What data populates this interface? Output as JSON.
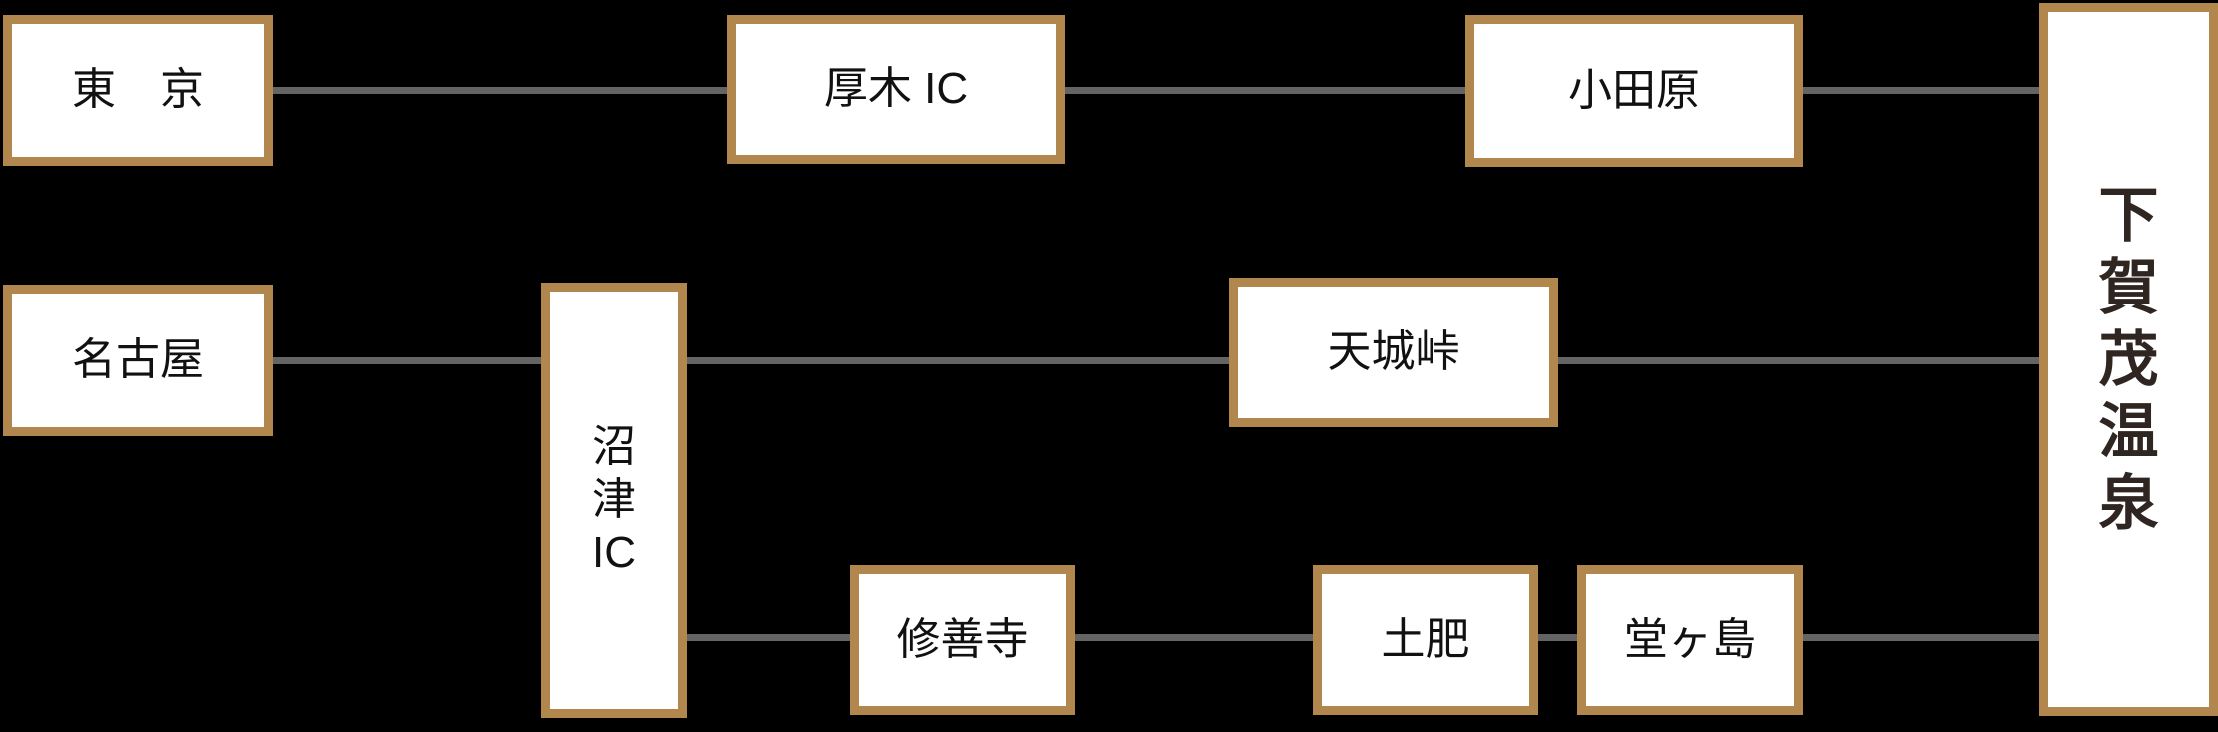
{
  "diagram": {
    "background_color": "#000000",
    "box_border_color": "#b2874d",
    "box_fill_color": "#ffffff",
    "connector_color": "#646464",
    "node_text_color": "#111111",
    "destination_text_color": "#2f2622",
    "nodes": {
      "tokyo": {
        "name": "東京",
        "label": "東　京"
      },
      "atsugi_ic": {
        "name": "厚木IC",
        "label": "厚木 IC"
      },
      "odawara": {
        "name": "小田原",
        "label": "小田原"
      },
      "nagoya": {
        "name": "名古屋",
        "label": "名古屋"
      },
      "numazu_ic": {
        "name": "沼津IC",
        "label": "沼\n津\nIC"
      },
      "amagi_pass": {
        "name": "天城峠",
        "label": "天城峠"
      },
      "shuzenji": {
        "name": "修善寺",
        "label": "修善寺"
      },
      "toi": {
        "name": "土肥",
        "label": "土肥"
      },
      "dogashima": {
        "name": "堂ヶ島",
        "label": "堂ヶ島"
      },
      "shimogamo_onsen": {
        "name": "下賀茂温泉",
        "label": "下\n賀\n茂\n温\n泉"
      }
    },
    "edges": [
      {
        "from": "東京",
        "to": "厚木IC"
      },
      {
        "from": "厚木IC",
        "to": "小田原"
      },
      {
        "from": "小田原",
        "to": "下賀茂温泉"
      },
      {
        "from": "名古屋",
        "to": "沼津IC"
      },
      {
        "from": "沼津IC",
        "to": "天城峠"
      },
      {
        "from": "天城峠",
        "to": "下賀茂温泉"
      },
      {
        "from": "沼津IC",
        "to": "修善寺"
      },
      {
        "from": "修善寺",
        "to": "土肥"
      },
      {
        "from": "土肥",
        "to": "堂ヶ島"
      },
      {
        "from": "堂ヶ島",
        "to": "下賀茂温泉"
      }
    ]
  }
}
